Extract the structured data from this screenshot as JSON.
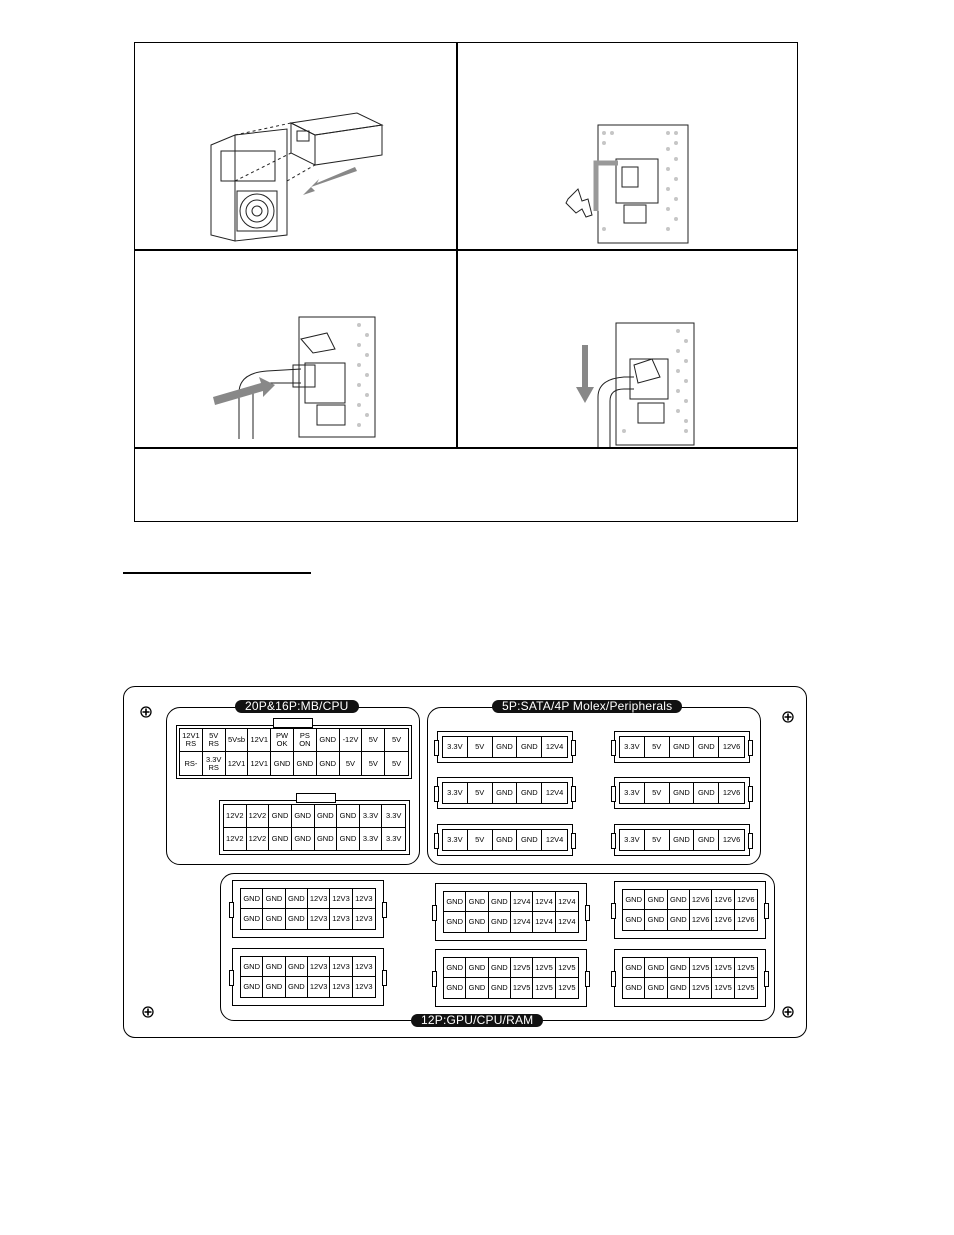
{
  "diagram": {
    "group_mb": {
      "label": "20P&16P:MB/CPU"
    },
    "group_sata": {
      "label": "5P:SATA/4P Molex/Peripherals"
    },
    "group_12p": {
      "label": "12P:GPU/CPU/RAM"
    },
    "mb_20p": {
      "rows": [
        [
          "12V1\nRS",
          "5V\nRS",
          "5Vsb",
          "12V1",
          "PW\nOK",
          "PS\nON",
          "GND",
          "-12V",
          "5V",
          "5V"
        ],
        [
          "RS-",
          "3.3V\nRS",
          "12V1",
          "12V1",
          "GND",
          "GND",
          "GND",
          "5V",
          "5V",
          "5V"
        ]
      ]
    },
    "cpu_16p": {
      "rows": [
        [
          "12V2",
          "12V2",
          "GND",
          "GND",
          "GND",
          "GND",
          "3.3V",
          "3.3V"
        ],
        [
          "12V2",
          "12V2",
          "GND",
          "GND",
          "GND",
          "GND",
          "3.3V",
          "3.3V"
        ]
      ]
    },
    "sata_connectors": [
      [
        "3.3V",
        "5V",
        "GND",
        "GND",
        "12V4"
      ],
      [
        "3.3V",
        "5V",
        "GND",
        "GND",
        "12V4"
      ],
      [
        "3.3V",
        "5V",
        "GND",
        "GND",
        "12V4"
      ],
      [
        "3.3V",
        "5V",
        "GND",
        "GND",
        "12V6"
      ],
      [
        "3.3V",
        "5V",
        "GND",
        "GND",
        "12V6"
      ],
      [
        "3.3V",
        "5V",
        "GND",
        "GND",
        "12V6"
      ]
    ],
    "p12_connectors": [
      [
        [
          "GND",
          "GND",
          "GND",
          "12V3",
          "12V3",
          "12V3"
        ],
        [
          "GND",
          "GND",
          "GND",
          "12V3",
          "12V3",
          "12V3"
        ]
      ],
      [
        [
          "GND",
          "GND",
          "GND",
          "12V3",
          "12V3",
          "12V3"
        ],
        [
          "GND",
          "GND",
          "GND",
          "12V3",
          "12V3",
          "12V3"
        ]
      ],
      [
        [
          "GND",
          "GND",
          "GND",
          "12V4",
          "12V4",
          "12V4"
        ],
        [
          "GND",
          "GND",
          "GND",
          "12V4",
          "12V4",
          "12V4"
        ]
      ],
      [
        [
          "GND",
          "GND",
          "GND",
          "12V5",
          "12V5",
          "12V5"
        ],
        [
          "GND",
          "GND",
          "GND",
          "12V5",
          "12V5",
          "12V5"
        ]
      ],
      [
        [
          "GND",
          "GND",
          "GND",
          "12V6",
          "12V6",
          "12V6"
        ],
        [
          "GND",
          "GND",
          "GND",
          "12V6",
          "12V6",
          "12V6"
        ]
      ],
      [
        [
          "GND",
          "GND",
          "GND",
          "12V5",
          "12V5",
          "12V5"
        ],
        [
          "GND",
          "GND",
          "GND",
          "12V5",
          "12V5",
          "12V5"
        ]
      ]
    ]
  },
  "icons": {
    "screws": "plus-screw-icon",
    "illustrations": [
      "psu-install-illustration",
      "cable-clip-insert-illustration",
      "power-cord-plug-illustration",
      "cable-clip-secure-illustration"
    ]
  }
}
